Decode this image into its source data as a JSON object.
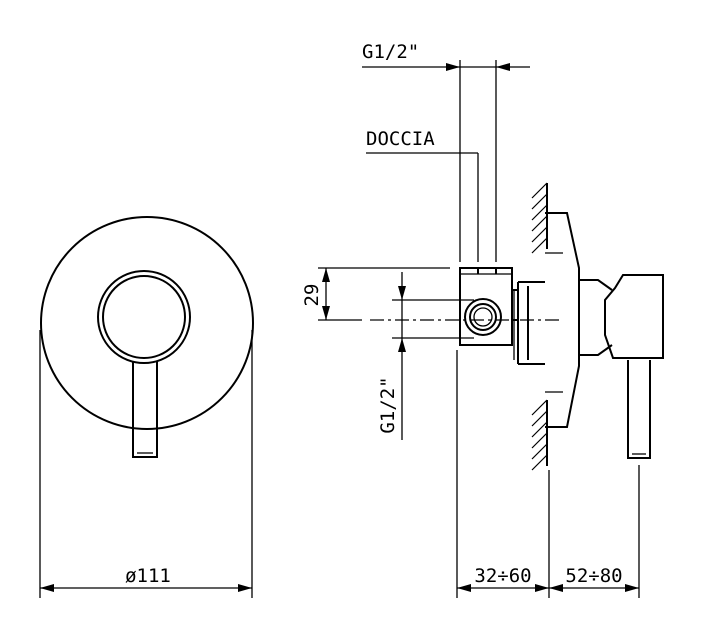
{
  "labels": {
    "diameter": "ø111",
    "thread_top": "G1/2\"",
    "doccia": "DOCCIA",
    "height_29": "29",
    "thread_side": "G1/2\"",
    "depth_body": "32÷60",
    "depth_handle": "52÷80"
  }
}
